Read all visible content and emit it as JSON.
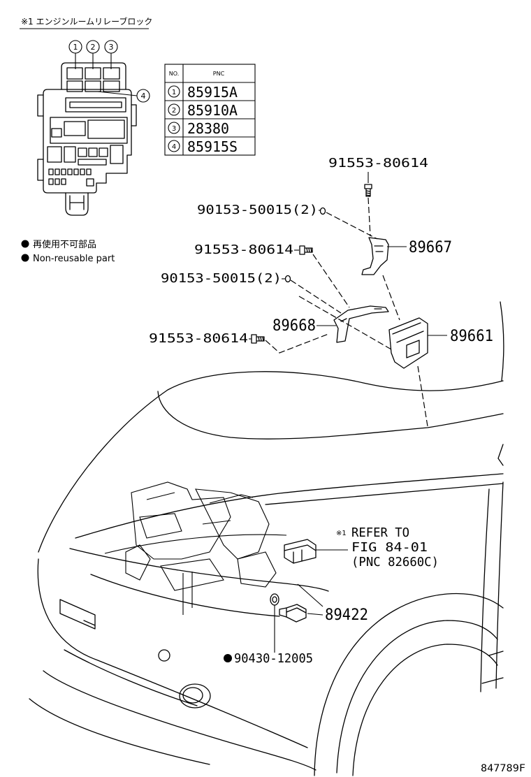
{
  "relay_block": {
    "title": "※1 エンジンルームリレーブロック",
    "callouts": [
      "1",
      "2",
      "3",
      "4"
    ],
    "table": {
      "header_no": "NO.",
      "header_pnc": "PNC",
      "rows": [
        {
          "no": "1",
          "pnc": "85915A"
        },
        {
          "no": "2",
          "pnc": "85910A"
        },
        {
          "no": "3",
          "pnc": "28380"
        },
        {
          "no": "4",
          "pnc": "85915S"
        }
      ]
    }
  },
  "legend": {
    "jp": "再使用不可部品",
    "en": "Non-reusable part"
  },
  "parts": {
    "bolt_top": "91553-80614",
    "washer_1": "90153-50015(2)",
    "bracket_a": "89667",
    "bolt_mid": "91553-80614",
    "washer_2": "90153-50015(2)",
    "bracket_b": "89668",
    "computer": "89661",
    "bolt_low": "91553-80614",
    "sensor": "89422",
    "gasket": "90430-12005"
  },
  "reference": {
    "marker": "※1",
    "line1": "REFER TO",
    "line2": "FIG 84-01",
    "line3": "(PNC 82660C)"
  },
  "figure_id": "847789F"
}
